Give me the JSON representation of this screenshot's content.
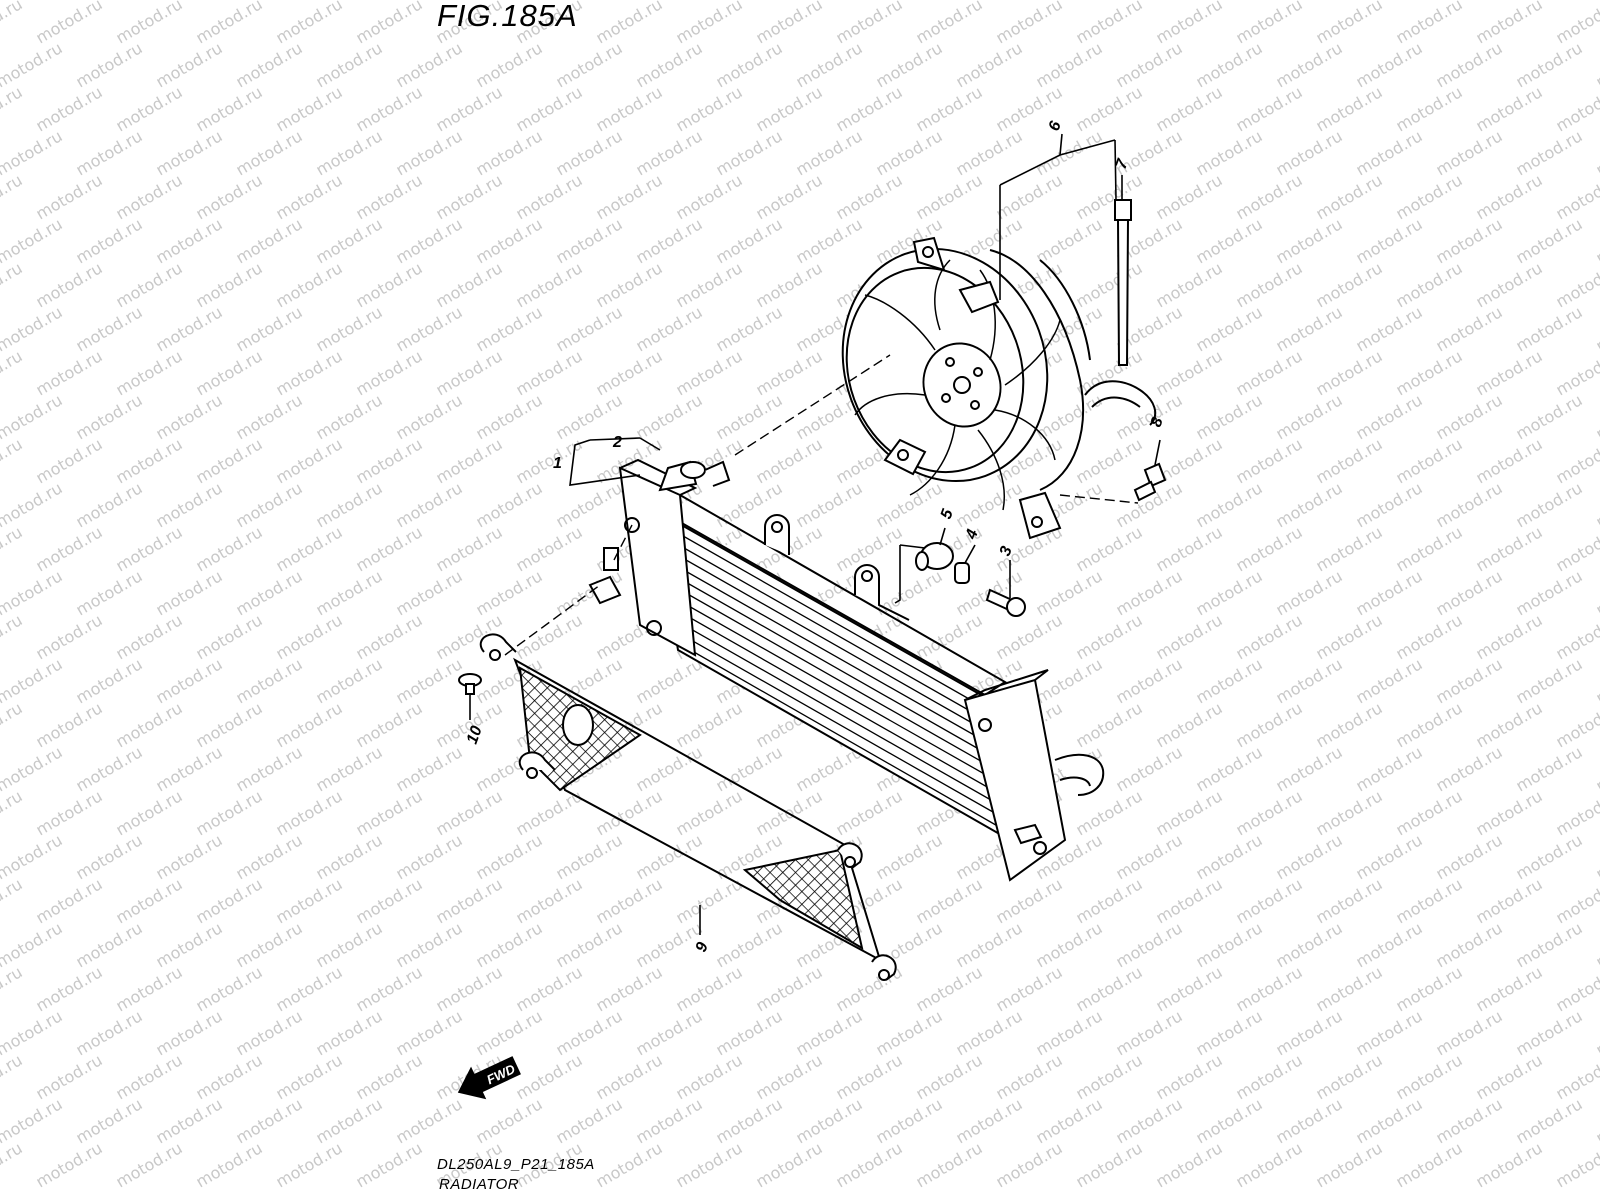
{
  "figure": {
    "title": "FIG.185A",
    "code": "DL250AL9_P21_185A",
    "name": "RADIATOR"
  },
  "watermark": {
    "text": "motod.ru",
    "color": "#c8c8c8"
  },
  "callouts": [
    {
      "id": "1",
      "label": "1"
    },
    {
      "id": "2",
      "label": "2"
    },
    {
      "id": "3",
      "label": "3"
    },
    {
      "id": "4",
      "label": "4"
    },
    {
      "id": "5",
      "label": "5"
    },
    {
      "id": "6",
      "label": "6"
    },
    {
      "id": "7",
      "label": "7"
    },
    {
      "id": "8",
      "label": "8"
    },
    {
      "id": "9",
      "label": "9"
    },
    {
      "id": "10",
      "label": "10"
    }
  ],
  "direction_badge": {
    "label": "FWD",
    "icon": "forward-arrow-icon"
  },
  "colors": {
    "line": "#000000",
    "background": "#ffffff"
  }
}
